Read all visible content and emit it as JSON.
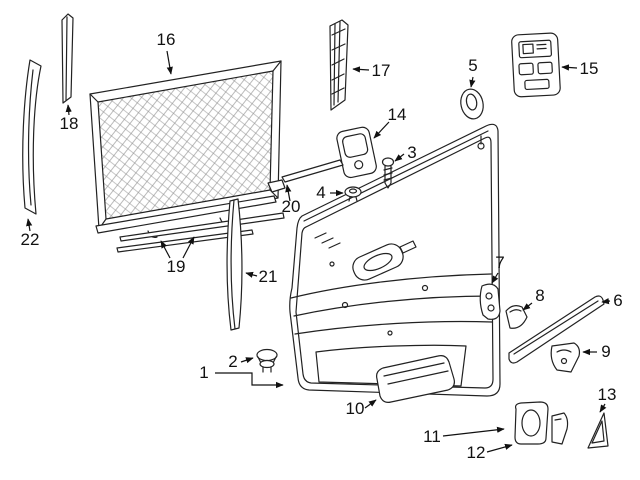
{
  "page": {
    "background_color": "#ffffff",
    "line_color": "#1a1a1a"
  },
  "diagram": {
    "callouts": [
      {
        "number": "1"
      },
      {
        "number": "2"
      },
      {
        "number": "3"
      },
      {
        "number": "4"
      },
      {
        "number": "5"
      },
      {
        "number": "6"
      },
      {
        "number": "7"
      },
      {
        "number": "8"
      },
      {
        "number": "9"
      },
      {
        "number": "10"
      },
      {
        "number": "11"
      },
      {
        "number": "12"
      },
      {
        "number": "13"
      },
      {
        "number": "14"
      },
      {
        "number": "15"
      },
      {
        "number": "16"
      },
      {
        "number": "17"
      },
      {
        "number": "18"
      },
      {
        "number": "19"
      },
      {
        "number": "20"
      },
      {
        "number": "21"
      },
      {
        "number": "22"
      }
    ]
  }
}
